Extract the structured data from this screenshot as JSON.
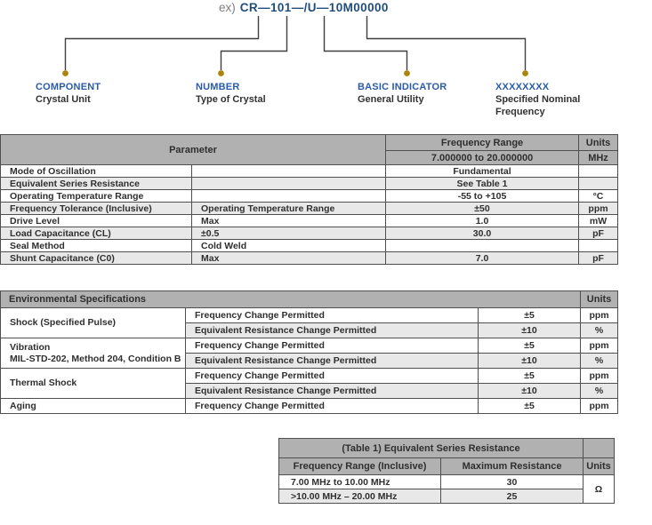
{
  "colors": {
    "part_number_blue": "#1f4e79",
    "callout_label_blue": "#2b5ca8",
    "connector_dot_gold": "#a9850b",
    "table_header_gray": "#b1b1b1",
    "alt_row_gray": "#e8e8e8",
    "border_gray": "#4f4f4f"
  },
  "diagram": {
    "prefix": "ex)",
    "part_number": "CR—101—/U—10M00000",
    "callouts": [
      {
        "label": "COMPONENT",
        "desc": "Crystal Unit"
      },
      {
        "label": "NUMBER",
        "desc": "Type of Crystal"
      },
      {
        "label": "BASIC INDICATOR",
        "desc": "General Utility"
      },
      {
        "label": "XXXXXXXX",
        "desc": "Specified Nominal Frequency"
      }
    ]
  },
  "main_table": {
    "header": {
      "parameter": "Parameter",
      "frequency_range": "Frequency Range",
      "range_value": "7.000000 to 20.000000",
      "units": "Units",
      "units_value": "MHz"
    },
    "rows": [
      {
        "param": "Mode of Oscillation",
        "sub": "",
        "value": "Fundamental",
        "unit": ""
      },
      {
        "param": "Equivalent Series Resistance",
        "sub": "",
        "value": "See Table 1",
        "unit": ""
      },
      {
        "param": "Operating Temperature Range",
        "sub": "",
        "value": "-55 to +105",
        "unit": "°C"
      },
      {
        "param": "Frequency Tolerance (Inclusive)",
        "sub": "Operating Temperature Range",
        "value": "±50",
        "unit": "ppm"
      },
      {
        "param": "Drive Level",
        "sub": "Max",
        "value": "1.0",
        "unit": "mW"
      },
      {
        "param": "Load Capacitance (CL)",
        "sub": "±0.5",
        "value": "30.0",
        "unit": "pF"
      },
      {
        "param": "Seal Method",
        "sub": "Cold Weld",
        "value": "",
        "unit": ""
      },
      {
        "param": "Shunt Capacitance (C0)",
        "sub": "Max",
        "value": "7.0",
        "unit": "pF"
      }
    ]
  },
  "env_table": {
    "title": "Environmental Specifications",
    "units_header": "Units",
    "rows": [
      {
        "group": "Shock (Specified Pulse)",
        "group2": "",
        "test": "Frequency Change Permitted",
        "value": "±5",
        "unit": "ppm"
      },
      {
        "test": "Equivalent Resistance Change Permitted",
        "value": "±10",
        "unit": "%"
      },
      {
        "group": "Vibration",
        "group2": "MIL-STD-202, Method 204, Condition B",
        "test": "Frequency Change Permitted",
        "value": "±5",
        "unit": "ppm"
      },
      {
        "test": "Equivalent Resistance Change Permitted",
        "value": "±10",
        "unit": "%"
      },
      {
        "group": "Thermal Shock",
        "group2": "",
        "test": "Frequency Change Permitted",
        "value": "±5",
        "unit": "ppm"
      },
      {
        "test": "Equivalent Resistance Change Permitted",
        "value": "±10",
        "unit": "%"
      },
      {
        "group": "Aging",
        "group2": "",
        "test": "Frequency Change Permitted",
        "value": "±5",
        "unit": "ppm"
      }
    ]
  },
  "table1": {
    "title": "(Table 1) Equivalent Series Resistance",
    "headers": {
      "range": "Frequency Range (Inclusive)",
      "resistance": "Maximum Resistance",
      "units": "Units"
    },
    "rows": [
      {
        "range": "7.00 MHz to 10.00 MHz",
        "resistance": "30"
      },
      {
        "range": ">10.00 MHz – 20.00 MHz",
        "resistance": "25"
      }
    ],
    "unit": "Ω"
  }
}
